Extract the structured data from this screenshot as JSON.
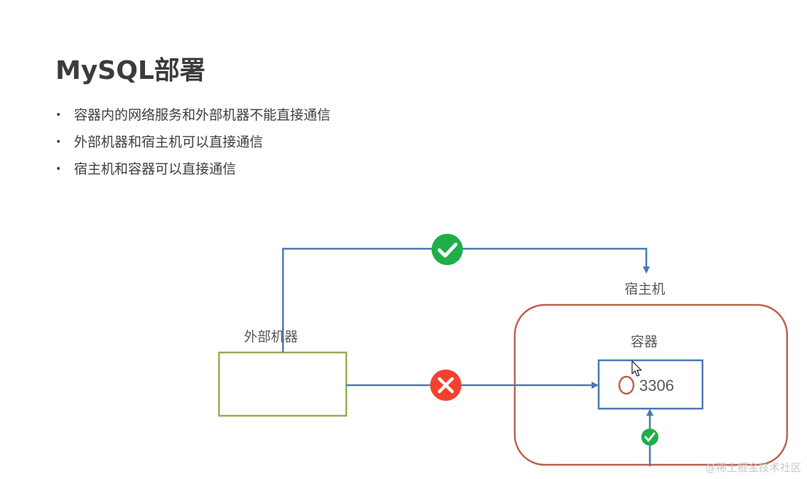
{
  "slide": {
    "title": "MySQL部署",
    "bullets": [
      "容器内的网络服务和外部机器不能直接通信",
      "外部机器和宿主机可以直接通信",
      "宿主机和容器可以直接通信"
    ]
  },
  "diagram": {
    "external_machine_label": "外部机器",
    "host_label": "宿主机",
    "container_label": "容器",
    "port_label": "3306",
    "colors": {
      "external_box": "#9aab53",
      "host_box": "#c0604d",
      "container_box": "#4a78b3",
      "arrow": "#4a78b3",
      "ok_badge": "#1fae48",
      "fail_badge": "#f4412e",
      "port_circle": "#c0604d"
    },
    "links": [
      {
        "from": "外部机器",
        "to": "宿主机",
        "status": "ok"
      },
      {
        "from": "外部机器",
        "to": "容器",
        "status": "fail"
      },
      {
        "from": "宿主机",
        "to": "容器",
        "status": "ok"
      }
    ]
  },
  "watermark": "@稀土掘金技术社区"
}
